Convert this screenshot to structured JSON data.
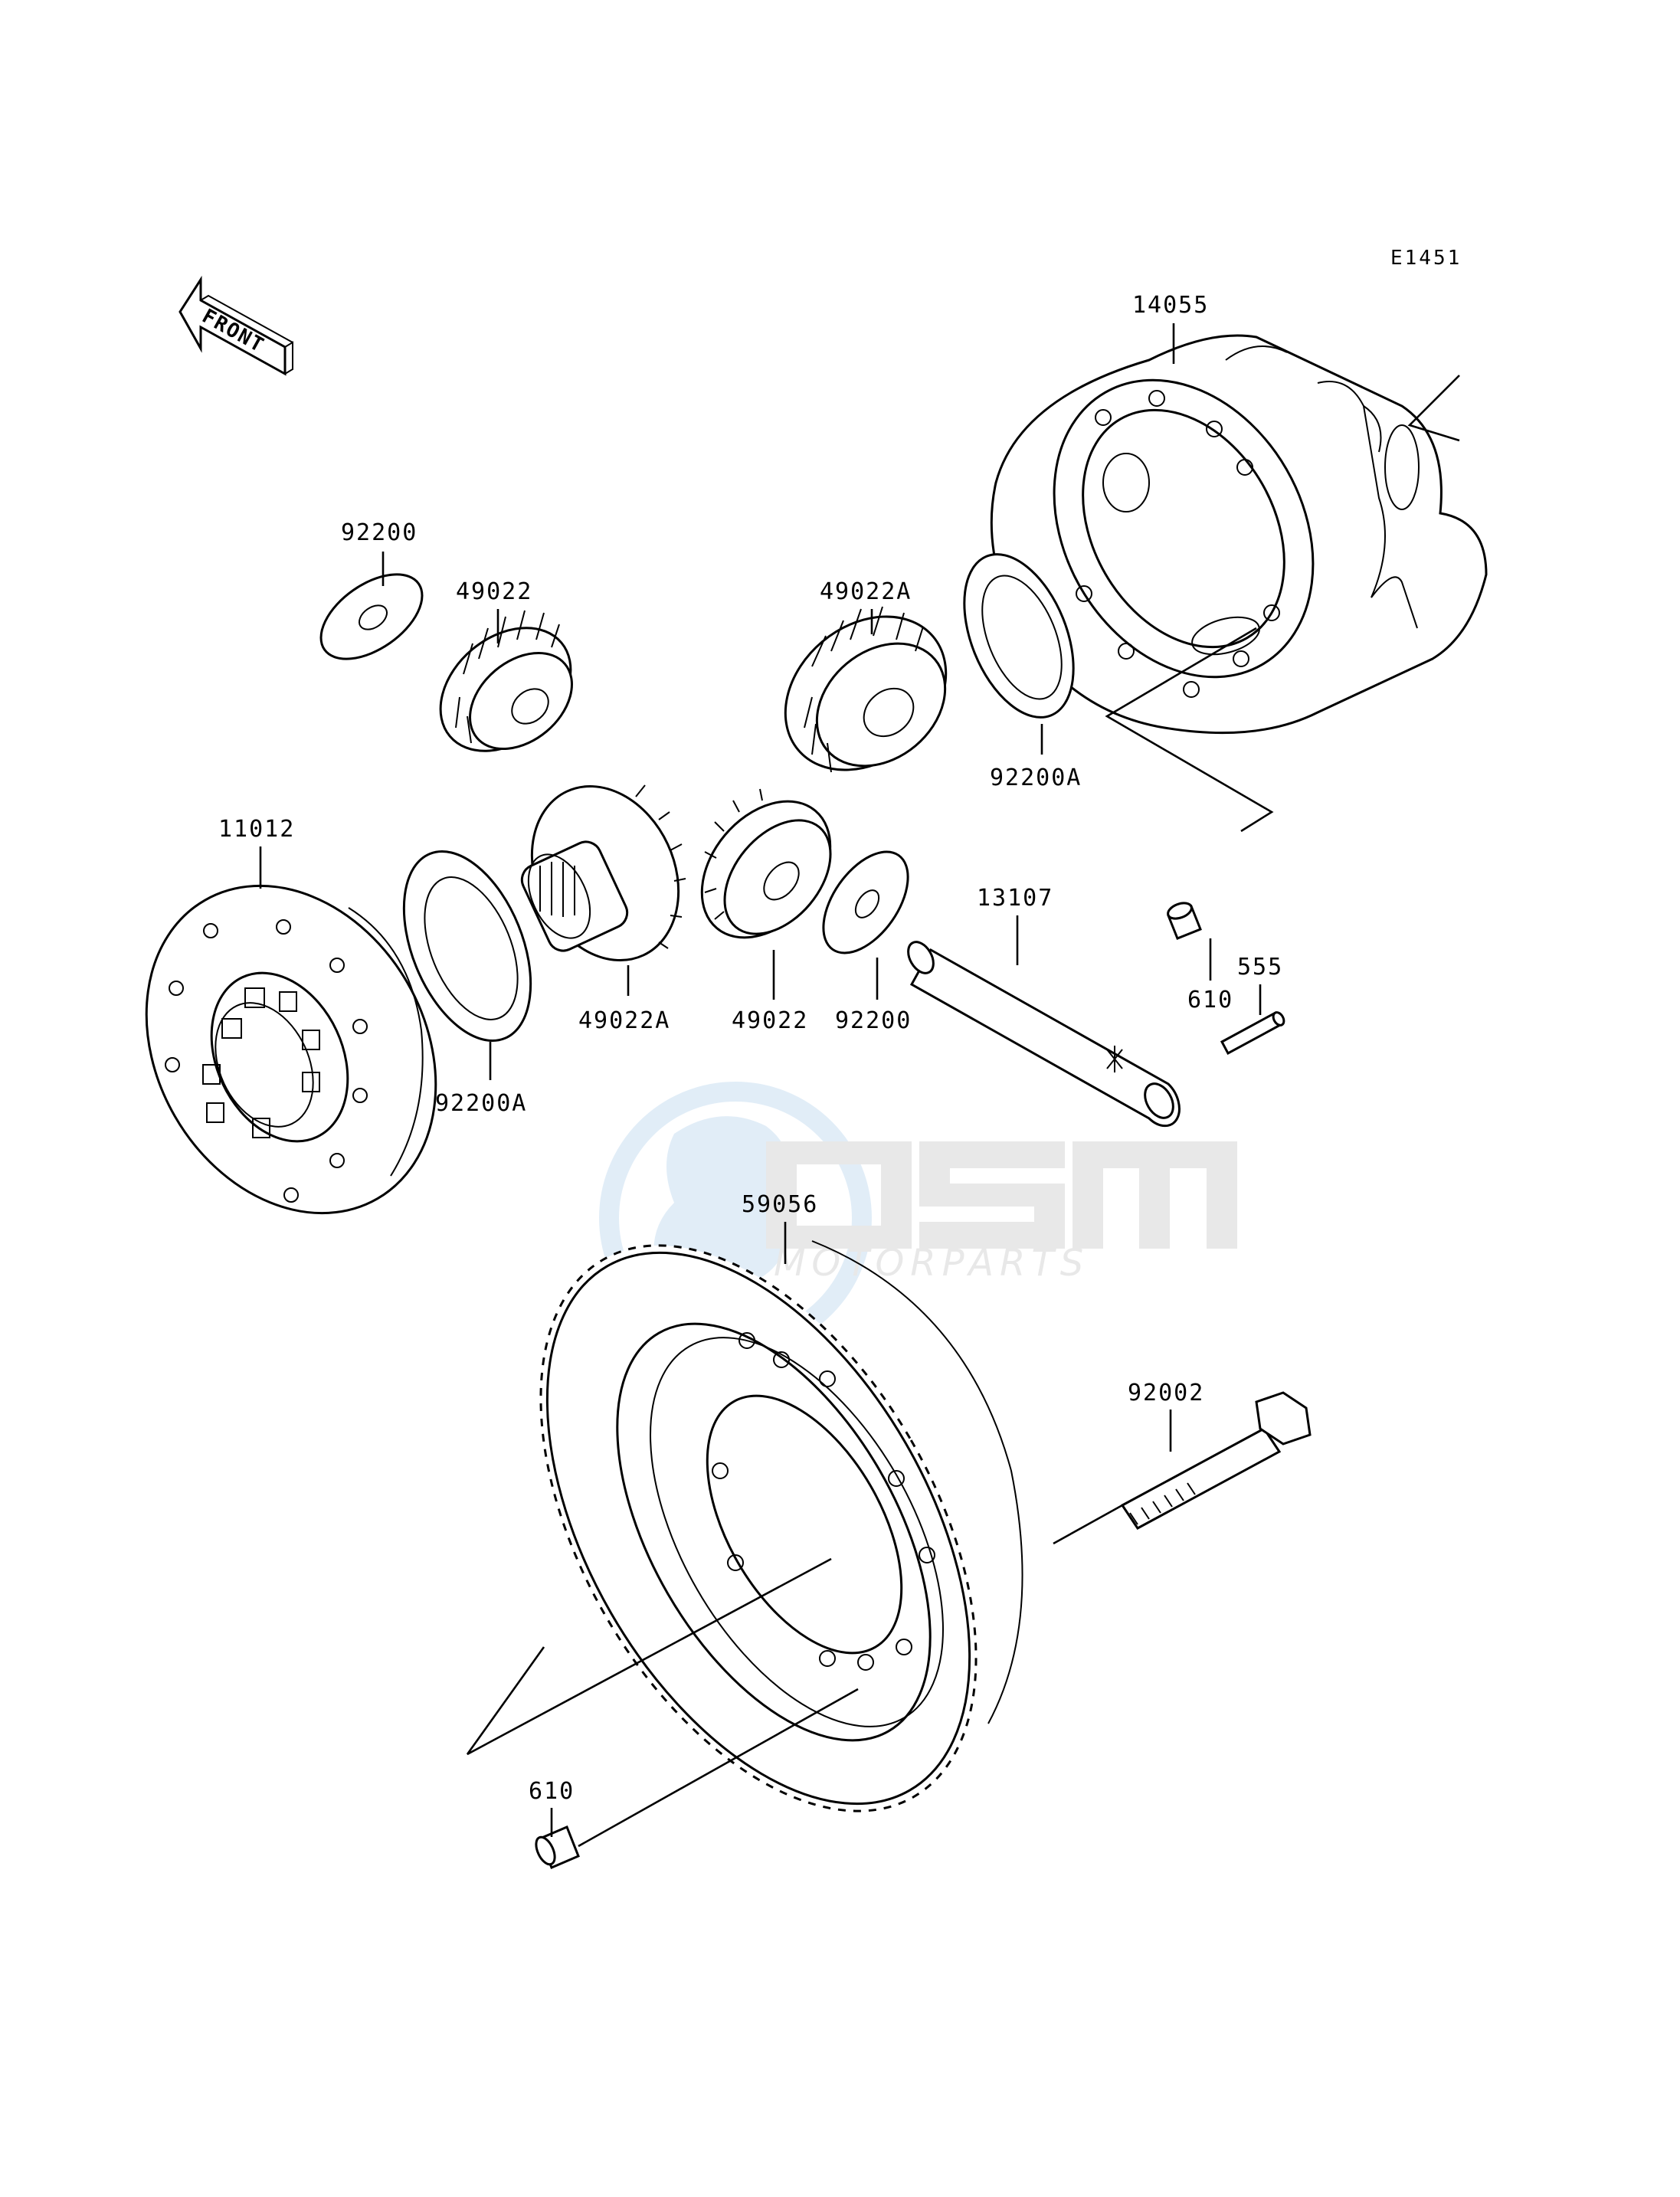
{
  "diagram": {
    "code": "E1451",
    "front_label": "FRONT",
    "labels": {
      "l14055": "14055",
      "l92200_top": "92200",
      "l49022_top": "49022",
      "l49022A_top": "49022A",
      "l92200A_right": "92200A",
      "l11012": "11012",
      "l13107": "13107",
      "l610_top": "610",
      "l555": "555",
      "l49022A_bottom": "49022A",
      "l49022_bottom": "49022",
      "l92200_bottom": "92200",
      "l92200A_left": "92200A",
      "l59056": "59056",
      "l92002": "92002",
      "l610_bottom": "610"
    }
  },
  "watermark": {
    "brand": "OSM",
    "subtitle": "MOTORPARTS"
  },
  "colors": {
    "watermark_blue": "#c9dff2",
    "watermark_grey": "#d6d6d6",
    "line": "#000000"
  }
}
